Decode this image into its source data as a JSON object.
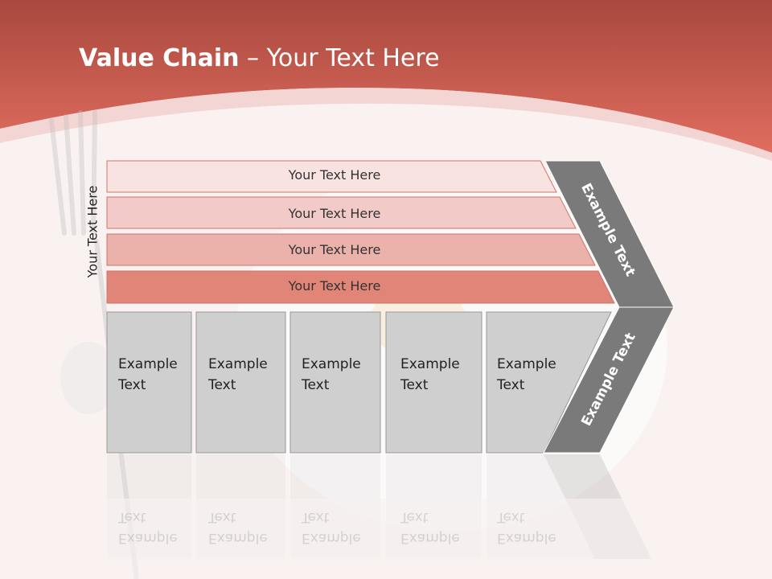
{
  "slide": {
    "title_bold": "Value Chain",
    "title_rest": " – Your Text Here",
    "vertical_label": "Your Text Here"
  },
  "bands": [
    {
      "label": "Your Text Here",
      "color": "#f9e3e1"
    },
    {
      "label": "Your Text Here",
      "color": "#f2cbc8"
    },
    {
      "label": "Your Text Here",
      "color": "#ebb1ab"
    },
    {
      "label": "Your Text Here",
      "color": "#e08578"
    }
  ],
  "boxes": [
    {
      "line1": "Example",
      "line2": "Text"
    },
    {
      "line1": "Example",
      "line2": "Text"
    },
    {
      "line1": "Example",
      "line2": "Text"
    },
    {
      "line1": "Example",
      "line2": "Text"
    },
    {
      "line1": "Example",
      "line2": "Text"
    }
  ],
  "chevron": {
    "upper_label": "Example Text",
    "lower_label": "Example Text",
    "color": "#7a7a7a"
  },
  "colors": {
    "header": "#d9675a",
    "box_fill": "#cfcfcf",
    "background": "#f9f2f1"
  }
}
